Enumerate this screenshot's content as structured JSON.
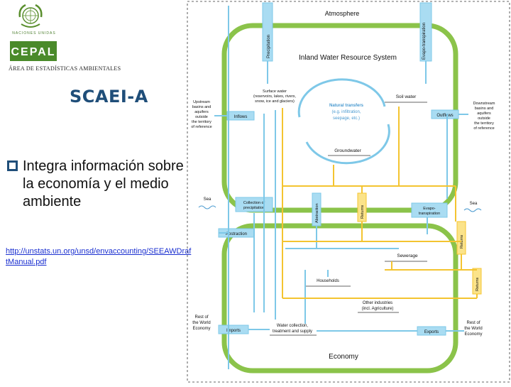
{
  "header": {
    "un_caption": "NACIONES UNIDAS",
    "cepal_logo_text": "CEPAL",
    "area_label": "ÁREA DE ESTADÍSTICAS AMBIENTALES"
  },
  "slide": {
    "title": "SCAEI-A",
    "bullet_text": "Integra información sobre la economía y el medio ambiente",
    "link": "http://unstats.un.org/unsd/envaccounting/SEEAWDraftManual.pdf"
  },
  "diagram": {
    "atmosphere": "Atmosphere",
    "precipitation": "Precipitation",
    "evapotranspiration": "Evapo-transpiration",
    "system_title": "Inland Water Resource System",
    "surface_water_line1": "Surface water",
    "surface_water_line2": "(reservoirs, lakes, rivers,",
    "surface_water_line3": "snow, ice and glaciers)",
    "soil_water": "Soil water",
    "natural_transfers_line1": "Natural transfers",
    "natural_transfers_line2": "(e.g. infiltration,",
    "natural_transfers_line3": "seepage, etc.)",
    "groundwater": "Groundwater",
    "upstream_line1": "Upstream",
    "upstream_line2": "basins and",
    "upstream_line3": "aquifers",
    "upstream_line4": "outside",
    "upstream_line5": "the territory",
    "upstream_line6": "of reference",
    "inflows": "Inflows",
    "outflows": "Outflows",
    "downstream_line1": "Downstream",
    "downstream_line2": "basins and",
    "downstream_line3": "aquifers",
    "downstream_line4": "outside",
    "downstream_line5": "the territory",
    "downstream_line6": "of reference",
    "sea_left": "Sea",
    "sea_right": "Sea",
    "collection_line1": "Collection of",
    "collection_line2": "precipitation",
    "abstraction_vertical": "Abstraction",
    "returns_middle": "Returns",
    "evapo_line1": "Evapo-",
    "evapo_line2": "transpiration",
    "abstraction": "Abstraction",
    "returns_right1": "Returns",
    "returns_right2": "Returns",
    "sewerage": "Sewerage",
    "households": "Households",
    "other_industries_line1": "Other industries",
    "other_industries_line2": "(incl. Agriculture)",
    "rest_world_left_line1": "Rest of",
    "rest_world_left_line2": "the World",
    "rest_world_left_line3": "Economy",
    "imports": "Imports",
    "water_collection_line1": "Water collection,",
    "water_collection_line2": "treatment and supply",
    "exports": "Exports",
    "rest_world_right_line1": "Rest of",
    "rest_world_right_line2": "the World",
    "rest_world_right_line3": "Economy",
    "economy": "Economy"
  },
  "colors": {
    "title_blue": "#1f4e79",
    "system_green": "#8bc34a",
    "flow_blue": "#7ec8e8",
    "flow_yellow": "#f4c430",
    "box_blue": "#a9dcf2",
    "link_blue": "#1a2fd0"
  },
  "icons": {
    "un_emblem": "un-emblem-icon",
    "cepal_logo": "cepal-logo-icon",
    "bullet": "square-bullet-icon"
  }
}
